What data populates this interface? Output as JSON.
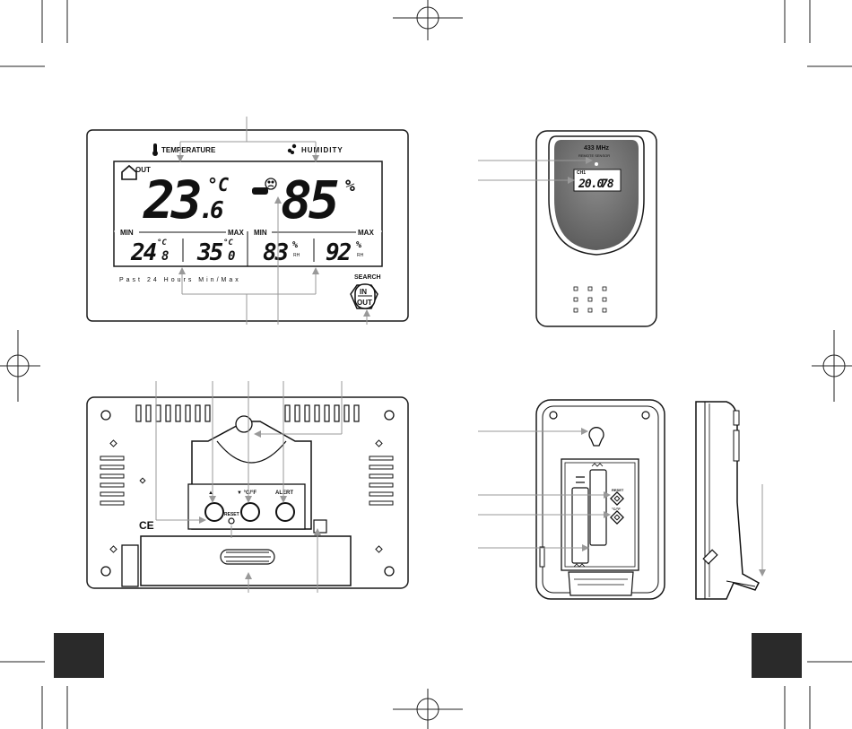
{
  "display": {
    "temperature_label": "TEMPERATURE",
    "humidity_label": "HUMIDITY",
    "out_label": "OUT",
    "temp_main": "23",
    "temp_dot": ".",
    "temp_decimal": "6",
    "temp_unit": "°C",
    "humidity_main": "85",
    "humidity_unit": "%",
    "comfort_label": "Nor.",
    "min_label": "MIN",
    "max_label": "MAX",
    "temp_min": "24",
    "temp_min_decimal": "8",
    "temp_max": "35",
    "temp_max_decimal": "0",
    "hum_min": "83",
    "hum_max": "92",
    "unit_c": "°C",
    "unit_pct": "%",
    "unit_rh": "RH",
    "past_label": "Past 24 Hours Min/Max",
    "search_label": "SEARCH",
    "in_label": "IN",
    "out_button_label": "OUT"
  },
  "back": {
    "up_label": "▲",
    "unit_label": "▼ °C/°F",
    "alert_label": "ALERT",
    "reset_label": "RESET"
  },
  "sensor": {
    "freq_label": "433 MHz",
    "remote_label": "REMOTE SENSOR",
    "channel_label": "CH1",
    "temp_value": "20.0",
    "hum_value": "78"
  },
  "sensor_back": {
    "reset_label": "RESET",
    "unit_label": "°C/°F"
  },
  "colors": {
    "line": "#1a1a1a",
    "arrow": "#999999",
    "sensor_window": "#7a7a7a",
    "corner_block": "#2a2a2a"
  }
}
